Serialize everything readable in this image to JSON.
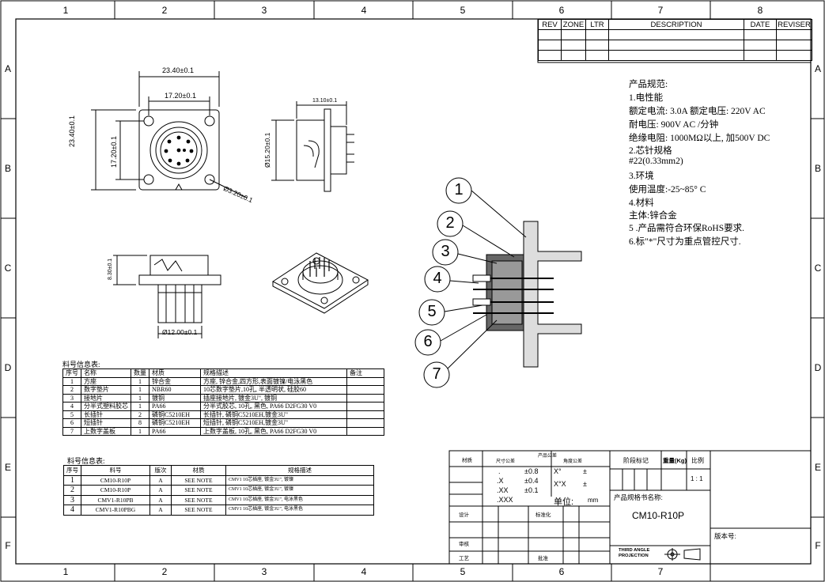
{
  "zones": {
    "columns": [
      "1",
      "2",
      "3",
      "4",
      "5",
      "6",
      "7",
      "8"
    ],
    "rows": [
      "A",
      "B",
      "C",
      "D",
      "E",
      "F"
    ]
  },
  "revision_block": {
    "headers": [
      "REV",
      "ZONE",
      "LTR",
      "DESCRIPTION",
      "DATE",
      "REVISER"
    ]
  },
  "dimensions": {
    "width_outer": "23.40±0.1",
    "width_inner": "17.20±0.1",
    "height_outer": "23.40±0.1",
    "height_inner": "17.20±0.1",
    "hole_dia": "Ø3.20±0.1",
    "side_depth": "13.10±0.1",
    "side_dia": "Ø15.20±0.1",
    "front_height": "8.30±0.1",
    "pin_dia": "Ø12.00±0.1"
  },
  "callouts": [
    "1",
    "2",
    "3",
    "4",
    "5",
    "6",
    "7"
  ],
  "specs": {
    "lines": [
      "产品规范:",
      "1.电性能",
      "额定电流: 3.0A     额定电压: 220V AC",
      "耐电压: 900V  AC /分钟",
      "绝缘电阻: 1000MΩ以上, 加500V DC",
      "2.芯针规格",
      " #22(0.33mm2)",
      "3.环境",
      " 使用温度:-25~85° C",
      "4.材料",
      " 主体:锌合金",
      "5 .产品需符合环保RoHS要求.",
      "6.标\"*\"尺寸为重点管控尺寸."
    ]
  },
  "material_table": {
    "title": "料号信息表:",
    "headers": [
      "序号",
      "名称",
      "数量",
      "材质",
      "规格描述",
      "备注"
    ],
    "rows": [
      [
        "1",
        "方座",
        "1",
        "锌合金",
        "方座, 锌合金,四方形,表面镀镍/电泳黑色",
        ""
      ],
      [
        "2",
        "数字垫片",
        "1",
        "NBR60",
        "10芯数字垫片,10孔, 半透明状, 硅胶60",
        ""
      ],
      [
        "3",
        "接地片",
        "1",
        "镀铜",
        "插座接地片, 镀金3U\", 镀铜",
        ""
      ],
      [
        "4",
        "分半式塑料胶芯",
        "1",
        "PA66",
        "分半式胶芯, 10孔, 黑色, PA66  D2FG30 V0",
        ""
      ],
      [
        "5",
        "长插针",
        "2",
        "磷铜C5210EH",
        "长插针, 磷铜C5210EH,镀金3U\"",
        ""
      ],
      [
        "6",
        "短插针",
        "8",
        "磷铜C5210EH",
        "短插针, 磷铜C5210EH,镀金3U\"",
        ""
      ],
      [
        "7",
        "上数字盖板",
        "1",
        "PA66",
        "上数字盖板, 10孔, 黑色, PA66  D2FG30 V0",
        ""
      ]
    ]
  },
  "part_number_table": {
    "title": "料号信息表:",
    "headers": [
      "序号",
      "料号",
      "版次",
      "材质",
      "规格描述"
    ],
    "rows": [
      [
        "1",
        "CM10-R10P",
        "A",
        "SEE NOTE",
        "CMV1 10芯插座, 镀金3U\", 镀镍"
      ],
      [
        "2",
        "CM10-R10P",
        "A",
        "SEE NOTE",
        "CMV1 10芯插座, 镀金3U\", 镀镍"
      ],
      [
        "3",
        "CMV1-R10PB",
        "A",
        "SEE NOTE",
        "CMV1 10芯插座, 镀金3U\", 电泳黑色"
      ],
      [
        "4",
        "CMV1-R10PBG",
        "A",
        "SEE NOTE",
        "CMV1 10芯插座, 镀金3U\", 电泳黑色"
      ]
    ]
  },
  "title_block": {
    "material": "材质",
    "tolerance_title": "产品公差",
    "dim_tol": "尺寸公差",
    "angle_tol": "角度公差",
    "tol_rows": [
      {
        "label": ".",
        "val": "±0.8"
      },
      {
        "label": ".X",
        "val": "±0.4"
      },
      {
        "label": ".XX",
        "val": "±0.1"
      },
      {
        "label": ".XXX",
        "val": ""
      }
    ],
    "angle_rows": [
      {
        "label": "X°",
        "val": "±"
      },
      {
        "label": "X°X",
        "val": "±"
      }
    ],
    "unit_label": "单位:",
    "unit_value": "mm",
    "stage_label": "阶段标记",
    "weight_label": "重量(Kg)",
    "scale_label": "比例",
    "scale_value": "1 : 1",
    "spec_name_label": "产品规格书名称:",
    "spec_name_value": "CM10-R10P",
    "design": "设计",
    "standard": "标准化",
    "review": "审核",
    "process": "工艺",
    "approve": "批准",
    "projection": "THIRD ANGLE PROJECTION",
    "version_label": "版本号:"
  }
}
